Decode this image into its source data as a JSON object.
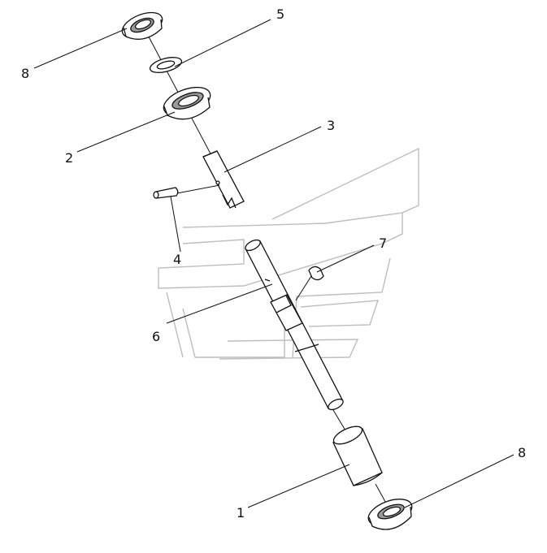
{
  "diagram": {
    "callouts": {
      "c8_top": "8",
      "c5": "5",
      "c2": "2",
      "c3": "3",
      "c4": "4",
      "c7": "7",
      "c6": "6",
      "c1": "1",
      "c8_bottom": "8"
    },
    "colors": {
      "line": "#111111",
      "watermark": "#bdbdbd",
      "part_fill": "#ffffff",
      "part_shade": "#9a9a9a"
    }
  }
}
